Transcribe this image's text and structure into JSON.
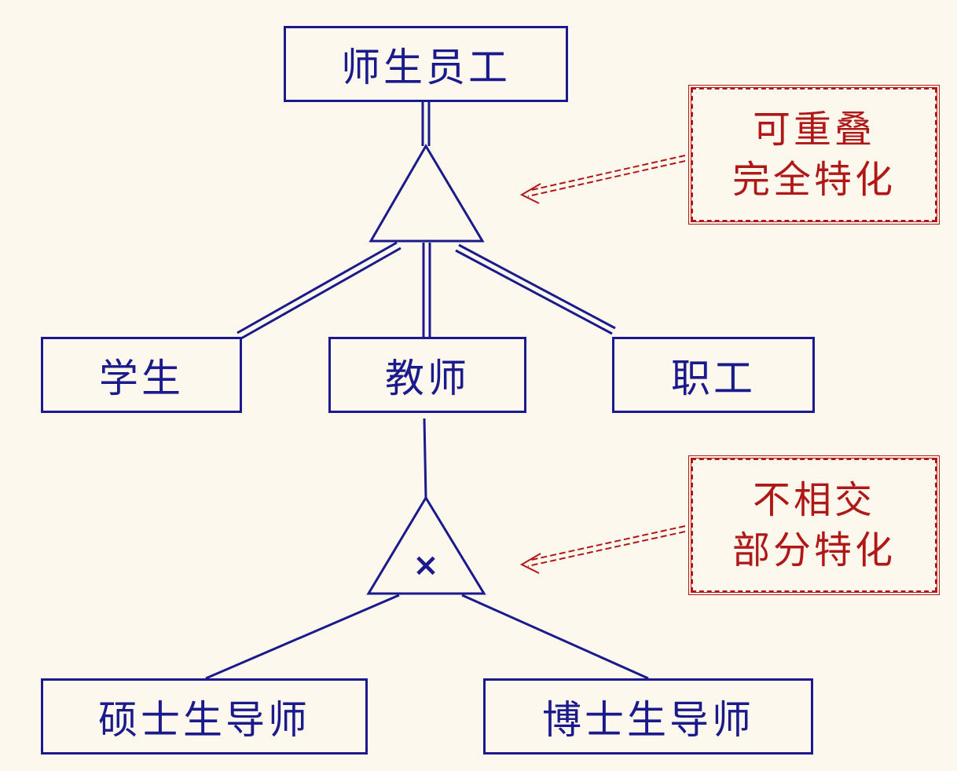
{
  "entities": {
    "staff": "师生员工",
    "student": "学生",
    "teacher": "教师",
    "worker": "职工",
    "master_supervisor": "硕士生导师",
    "phd_supervisor": "博士生导师"
  },
  "notes": {
    "overlap_line1": "可重叠",
    "overlap_line2": "完全特化",
    "disjoint_line1": "不相交",
    "disjoint_line2": "部分特化"
  },
  "disjoint_symbol": "×",
  "colors": {
    "diagram": "#1a1a8c",
    "annotation": "#b01818",
    "background": "#fdf8ee"
  }
}
